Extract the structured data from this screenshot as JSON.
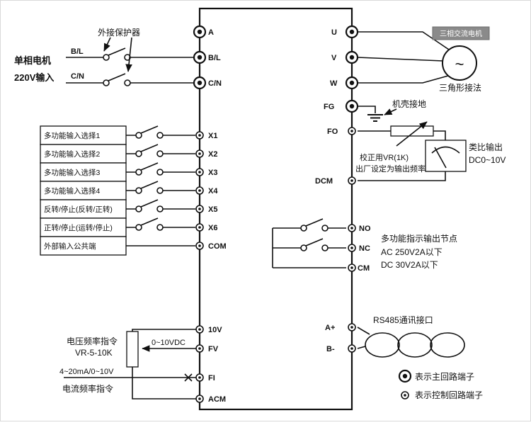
{
  "ac_input": {
    "motor": "单相电机",
    "supply": "220V输入",
    "protector": "外接保护器",
    "line_b": "B/L",
    "line_c": "C/N"
  },
  "terminals": {
    "a": "A",
    "bl": "B/L",
    "cn": "C/N",
    "x1": "X1",
    "x2": "X2",
    "x3": "X3",
    "x4": "X4",
    "x5": "X5",
    "x6": "X6",
    "com": "COM",
    "v10": "10V",
    "fv": "FV",
    "fi": "FI",
    "acm": "ACM",
    "u": "U",
    "v": "V",
    "w": "W",
    "fg": "FG",
    "fo": "FO",
    "dcm": "DCM",
    "no": "NO",
    "nc": "NC",
    "cm": "CM",
    "aplus": "A+",
    "bminus": "B-"
  },
  "input_rows": [
    "多功能输入选择1",
    "多功能输入选择2",
    "多功能输入选择3",
    "多功能输入选择4",
    "反转/停止(反转/正转)",
    "正转/停止(运转/停止)",
    "外部输入公共端"
  ],
  "analog_input": {
    "voltage_cmd": "电压频率指令",
    "pot": "VR-5-10K",
    "voltage_range": "0~10VDC",
    "current_range": "4~20mA/0~10V",
    "current_cmd": "电流频率指令"
  },
  "motor_output": {
    "motor_type": "三相交流电机",
    "motor_symbol": "~",
    "connection": "三角形接法",
    "ground": "机壳接地"
  },
  "analog_output": {
    "vr": "校正用VR(1K)",
    "factory": "出厂设定为输出频率",
    "label": "类比输出",
    "range": "DC0~10V"
  },
  "relay_output": {
    "title": "多功能指示输出节点",
    "ac": "AC 250V2A以下",
    "dc": "DC 30V2A以下"
  },
  "comm": {
    "rs485": "RS485通讯接口"
  },
  "legend": {
    "main": "表示主回路端子",
    "control": "表示控制回路端子"
  }
}
